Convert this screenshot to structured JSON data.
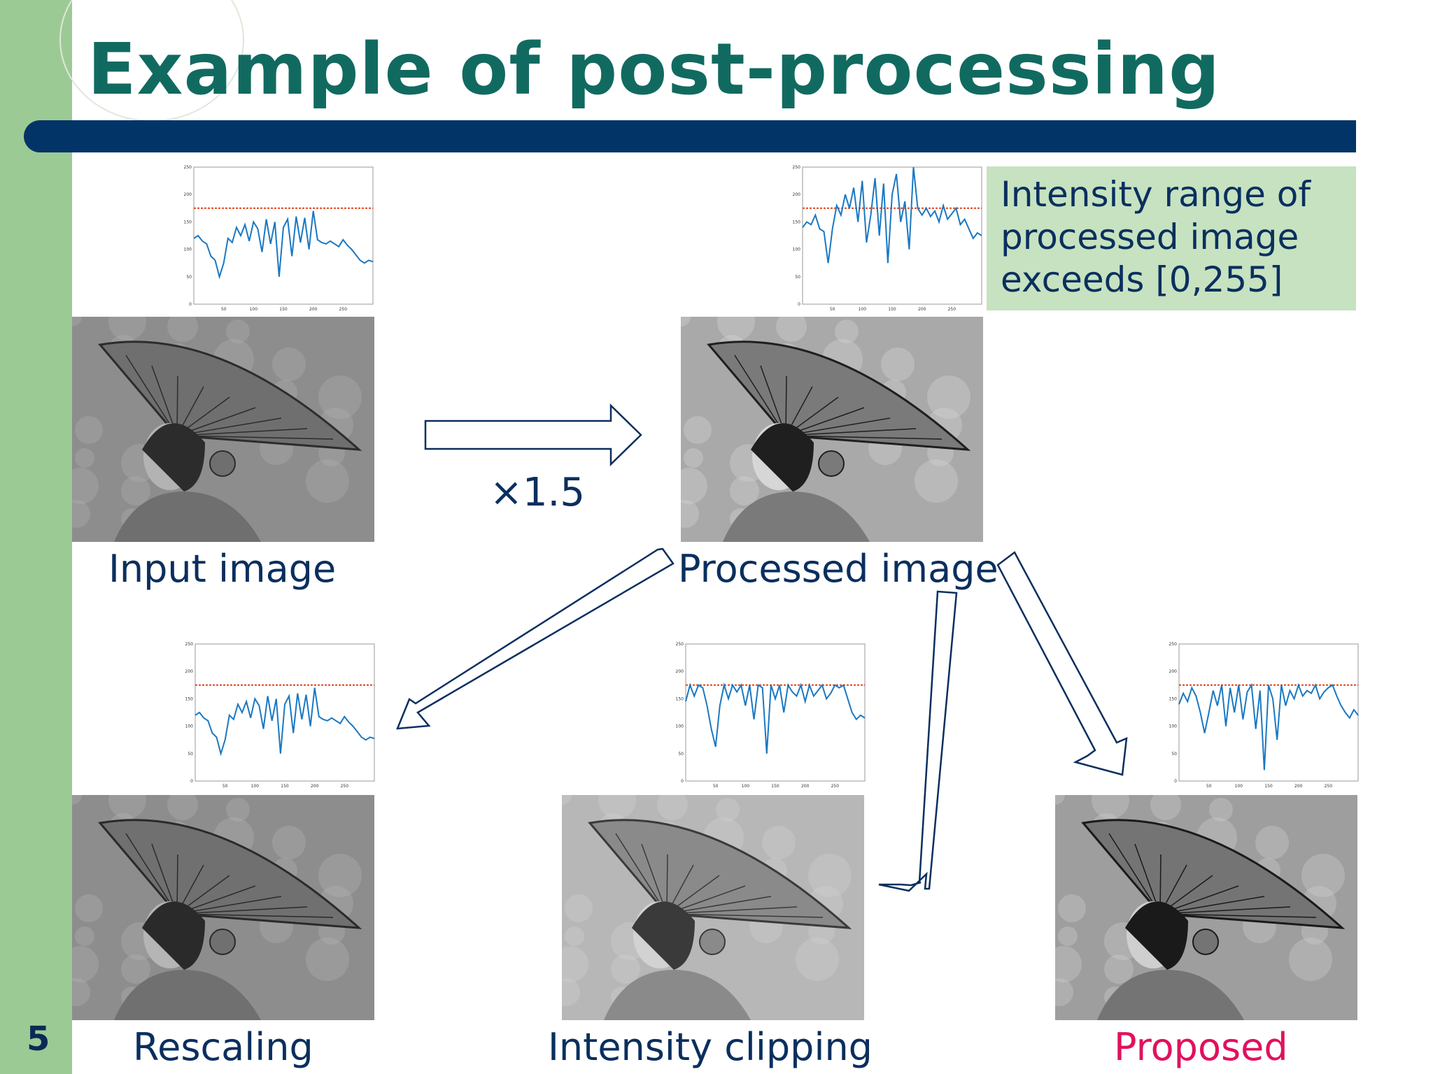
{
  "slide": {
    "title": "Example of post-processing",
    "page_number": "5",
    "note_lines": [
      "Intensity range of",
      "processed image",
      "exceeds [0,255]"
    ],
    "factor": "×1.5",
    "colors": {
      "title": "#116a60",
      "bar": "#033468",
      "side": "#9cca94",
      "note_bg": "#c6e2c0",
      "text": "#0a2f5e",
      "proposed": "#e0115f",
      "hist_line": "#1a78c2",
      "threshold": "#e0431a"
    }
  },
  "panels": [
    {
      "id": "input",
      "caption": "Input image",
      "y_ticks": [
        "250",
        "200",
        "150",
        "100",
        "50",
        "0"
      ],
      "x_ticks": [
        "50",
        "100",
        "150",
        "200",
        "250"
      ]
    },
    {
      "id": "processed",
      "caption": "Processed image",
      "y_ticks": [
        "250",
        "200",
        "150",
        "100",
        "50",
        "0"
      ],
      "x_ticks": [
        "50",
        "100",
        "150",
        "200",
        "250"
      ]
    },
    {
      "id": "rescaling",
      "caption": "Rescaling",
      "y_ticks": [
        "250",
        "200",
        "150",
        "100",
        "50",
        "0"
      ],
      "x_ticks": [
        "50",
        "100",
        "150",
        "200",
        "250"
      ]
    },
    {
      "id": "clipping",
      "caption": "Intensity clipping",
      "y_ticks": [
        "250",
        "200",
        "150",
        "100",
        "50",
        "0"
      ],
      "x_ticks": [
        "50",
        "100",
        "150",
        "200",
        "250"
      ]
    },
    {
      "id": "proposed",
      "caption": "Proposed",
      "y_ticks": [
        "250",
        "200",
        "150",
        "100",
        "50",
        "0"
      ],
      "x_ticks": [
        "50",
        "100",
        "150",
        "200",
        "250"
      ]
    }
  ]
}
